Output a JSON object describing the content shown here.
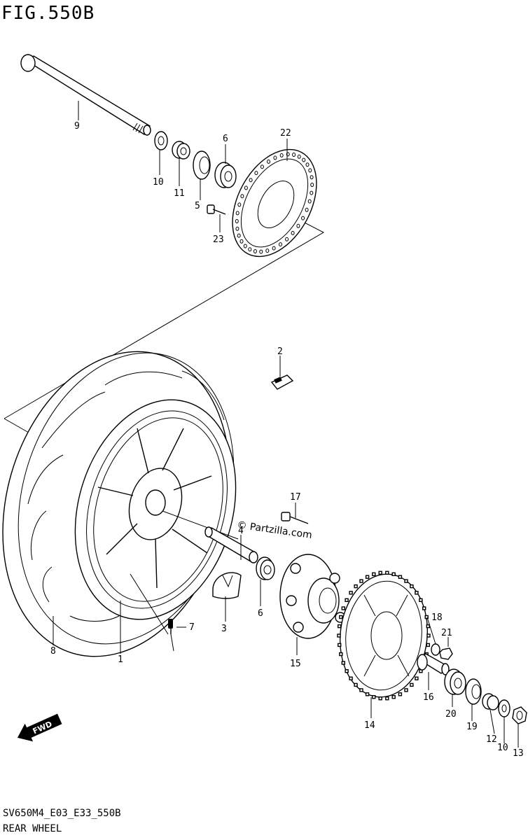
{
  "figure": {
    "title": "FIG.550B",
    "code": "SV650M4_E03_E33_550B",
    "name": "REAR WHEEL",
    "watermark": "© Partzilla.com"
  },
  "callouts": [
    {
      "id": "c1",
      "label": "1",
      "part": "wheel"
    },
    {
      "id": "c2",
      "label": "2",
      "part": "balancer weight"
    },
    {
      "id": "c3",
      "label": "3",
      "part": "absorber"
    },
    {
      "id": "c4",
      "label": "4",
      "part": "spacer"
    },
    {
      "id": "c5",
      "label": "5",
      "part": "oil seal"
    },
    {
      "id": "c6a",
      "label": "6",
      "part": "bearing (left)"
    },
    {
      "id": "c6b",
      "label": "6",
      "part": "bearing (right)"
    },
    {
      "id": "c7",
      "label": "7",
      "part": "valve"
    },
    {
      "id": "c8",
      "label": "8",
      "part": "tire"
    },
    {
      "id": "c9",
      "label": "9",
      "part": "axle"
    },
    {
      "id": "c10a",
      "label": "10",
      "part": "washer (left)"
    },
    {
      "id": "c10b",
      "label": "10",
      "part": "washer (right)"
    },
    {
      "id": "c11",
      "label": "11",
      "part": "spacer (left)"
    },
    {
      "id": "c12",
      "label": "12",
      "part": "spacer (right)"
    },
    {
      "id": "c13",
      "label": "13",
      "part": "nut"
    },
    {
      "id": "c14",
      "label": "14",
      "part": "sprocket"
    },
    {
      "id": "c15",
      "label": "15",
      "part": "drum"
    },
    {
      "id": "c16",
      "label": "16",
      "part": "spacer"
    },
    {
      "id": "c17",
      "label": "17",
      "part": "bolt"
    },
    {
      "id": "c18",
      "label": "18",
      "part": "washer"
    },
    {
      "id": "c19",
      "label": "19",
      "part": "oil seal"
    },
    {
      "id": "c20",
      "label": "20",
      "part": "bearing"
    },
    {
      "id": "c21",
      "label": "21",
      "part": "nut"
    },
    {
      "id": "c22",
      "label": "22",
      "part": "disc"
    },
    {
      "id": "c23",
      "label": "23",
      "part": "bolt"
    }
  ],
  "badges": {
    "fwd": "FWD"
  }
}
